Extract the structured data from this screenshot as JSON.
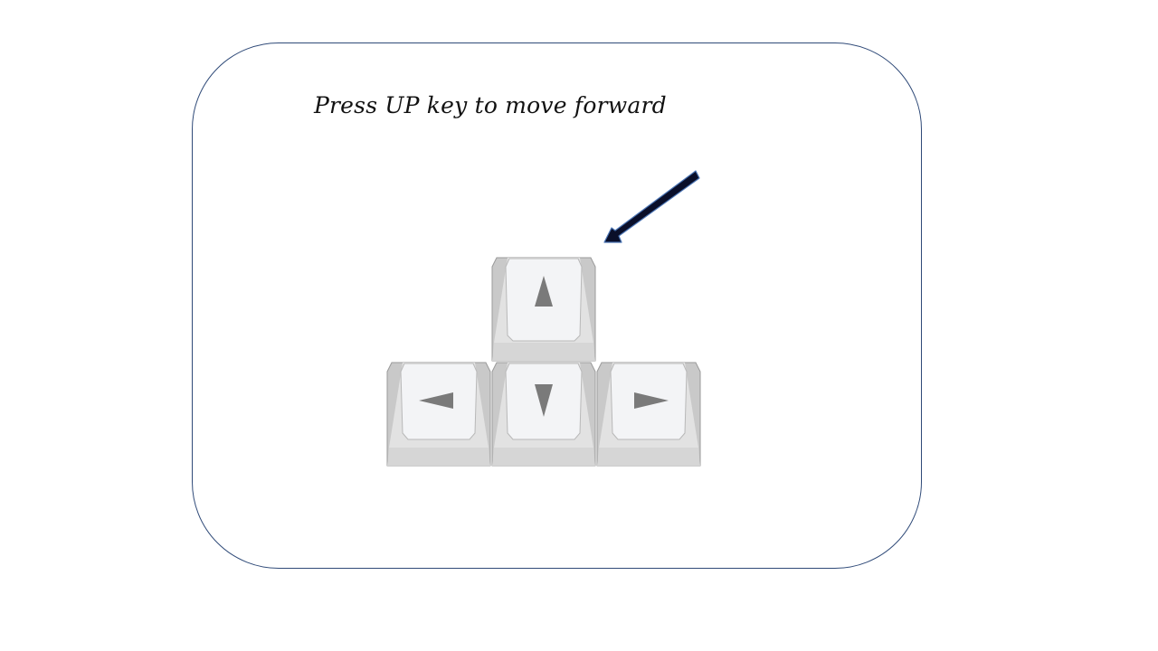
{
  "instruction": {
    "text": "Press UP key to move forward"
  },
  "keys": [
    {
      "id": "up",
      "icon": "arrow-up-icon"
    },
    {
      "id": "left",
      "icon": "arrow-left-icon"
    },
    {
      "id": "down",
      "icon": "arrow-down-icon"
    },
    {
      "id": "right",
      "icon": "arrow-right-icon"
    }
  ],
  "pointer_icon": "pointer-arrow-icon",
  "colors": {
    "frame_border": "#2f4a78",
    "key_face": "#f3f4f6",
    "key_side": "#d9d9d9",
    "key_arrow": "#7a7a7a",
    "pointer_fill": "#0a0f2a",
    "pointer_outline": "#4a74b4"
  }
}
